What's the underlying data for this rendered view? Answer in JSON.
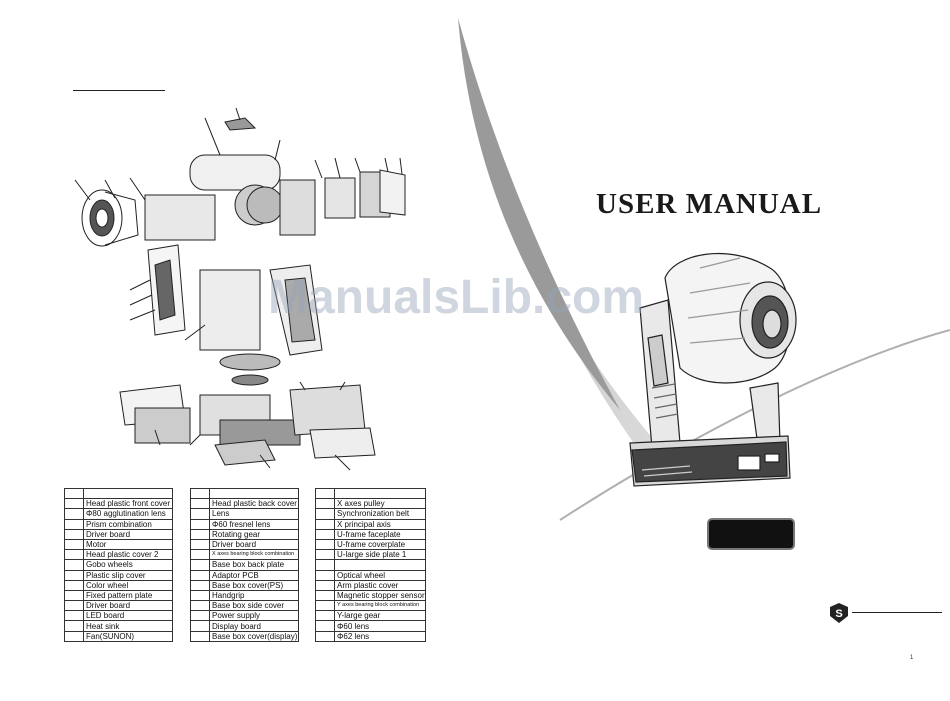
{
  "title": "USER MANUAL",
  "watermark": "ManualsLib.com",
  "page_number": "1",
  "parts_tables": [
    {
      "rows": [
        "",
        "Head plastic front cover",
        "Φ80 agglutination lens",
        "Prism combination",
        "Driver board",
        "Motor",
        "Head plastic cover 2",
        "Gobo wheels",
        "Plastic slip cover",
        "Color wheel",
        "Fixed pattern plate",
        "Driver board",
        "LED board",
        "Heat sink",
        "Fan(SUNON)"
      ]
    },
    {
      "rows": [
        "",
        "Head plastic back cover",
        "Lens",
        "Φ60 fresnel lens",
        "Rotating gear",
        "Driver board",
        "X axes bearing block combination",
        "Base box back plate",
        "Adaptor PCB",
        "Base box cover(PS)",
        "Handgrip",
        "Base box side cover",
        "Power supply",
        "Display board",
        "Base box cover(display)"
      ]
    },
    {
      "rows": [
        "",
        " X axes pulley",
        "Synchronization belt",
        "X principal axis",
        "U-frame faceplate",
        "U-frame coverplate",
        "U-large side plate 1",
        "",
        "Optical wheel",
        "Arm plastic cover",
        "Magnetic stopper sensor",
        "Y axes bearing block combination",
        "Y-large gear",
        "Φ60 lens",
        "Φ62 lens"
      ]
    }
  ],
  "colors": {
    "swoosh": "#d0d0d0",
    "swoosh_dark": "#8a8a8a",
    "ink": "#1a1a1a"
  }
}
